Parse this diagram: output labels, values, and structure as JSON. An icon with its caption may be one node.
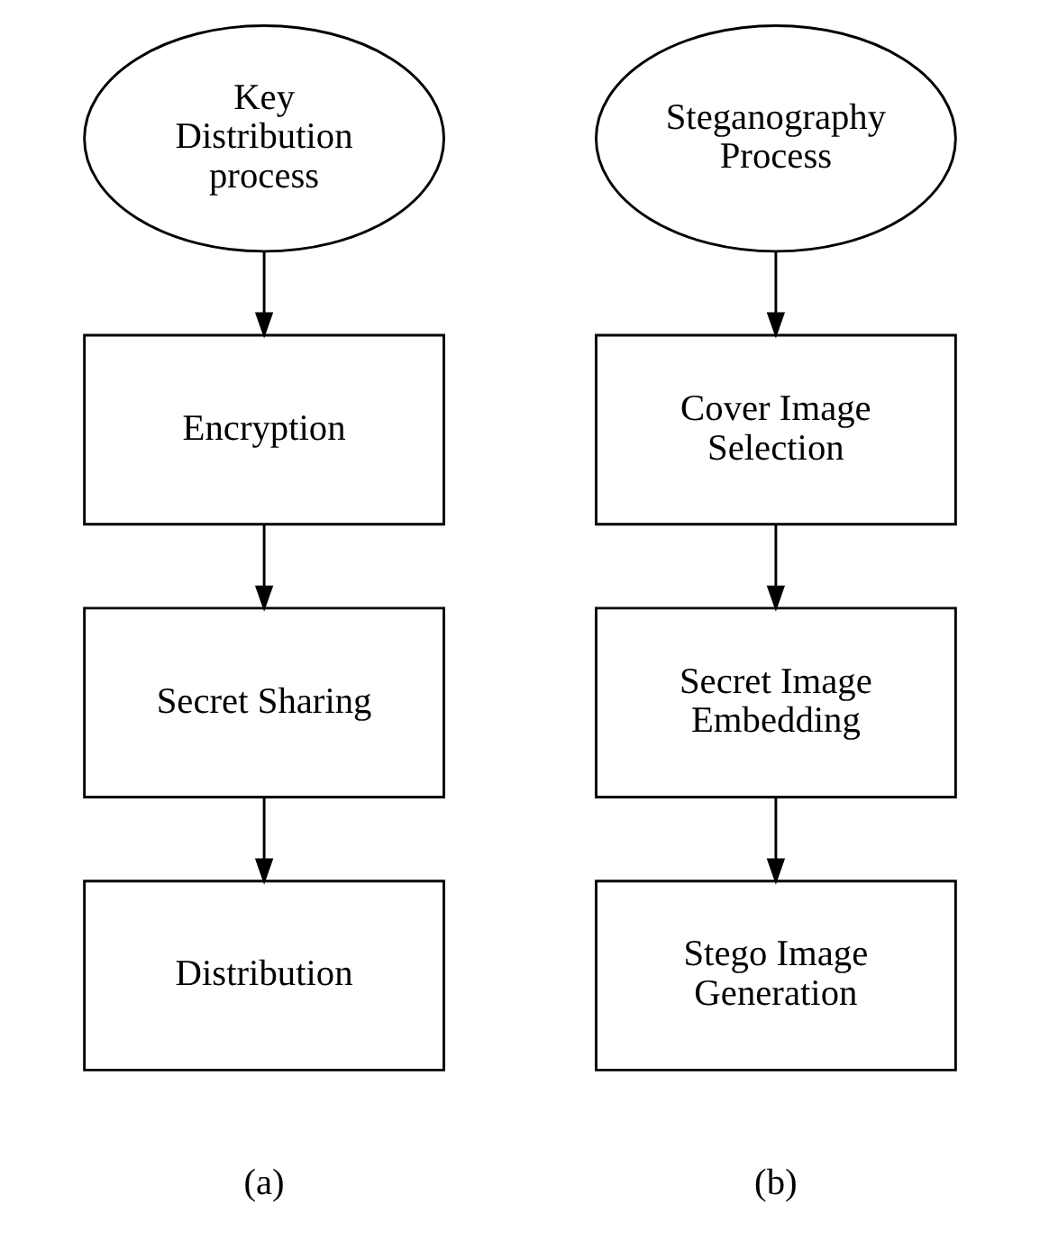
{
  "diagram": {
    "nodes": [
      {
        "text": [
          "Key Distribution process"
        ]
      },
      {
        "text": [
          "Encryption"
        ]
      },
      {
        "text": [
          "Secret Sharing"
        ]
      },
      {
        "text": [
          "Distribution"
        ]
      },
      {
        "text": [
          "Steganography Process"
        ]
      },
      {
        "text": [
          "Cover Image Selection"
        ]
      },
      {
        "text": [
          "Secret Image Embedding"
        ]
      },
      {
        "text": [
          "Stego Image Generation"
        ]
      }
    ],
    "edges": [
      {
        "from": 0,
        "to": 1,
        "arrow": "to"
      },
      {
        "from": 1,
        "to": 2,
        "arrow": "to"
      },
      {
        "from": 2,
        "to": 3,
        "arrow": "to"
      },
      {
        "from": 4,
        "to": 5,
        "arrow": "to"
      },
      {
        "from": 5,
        "to": 6,
        "arrow": "to"
      },
      {
        "from": 6,
        "to": 7,
        "arrow": "to"
      }
    ],
    "labels": [
      "(a)",
      "(b)"
    ]
  }
}
